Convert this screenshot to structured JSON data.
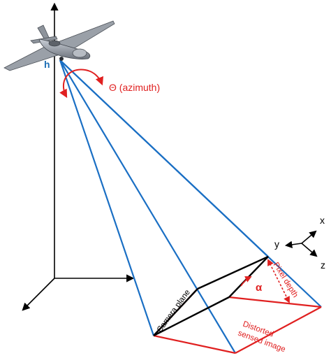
{
  "labels": {
    "height": "h",
    "azimuth": "Θ (azimuth)",
    "camera_plane": "Camera plane",
    "pixel_depth": "Pixel depth",
    "alpha": "α",
    "distorted_line1": "Distorted",
    "distorted_line2": "sensed image",
    "axis_x": "x",
    "axis_y": "y",
    "axis_z": "z"
  },
  "colors": {
    "ray": "#1a6fc4",
    "camera_plane": "#000000",
    "distorted": "#e02020",
    "axes": "#000000",
    "aircraft": "#8a9099"
  },
  "icons": {
    "aircraft": "uav-drone-icon",
    "azimuth_arrow": "curved-arrow-icon"
  }
}
